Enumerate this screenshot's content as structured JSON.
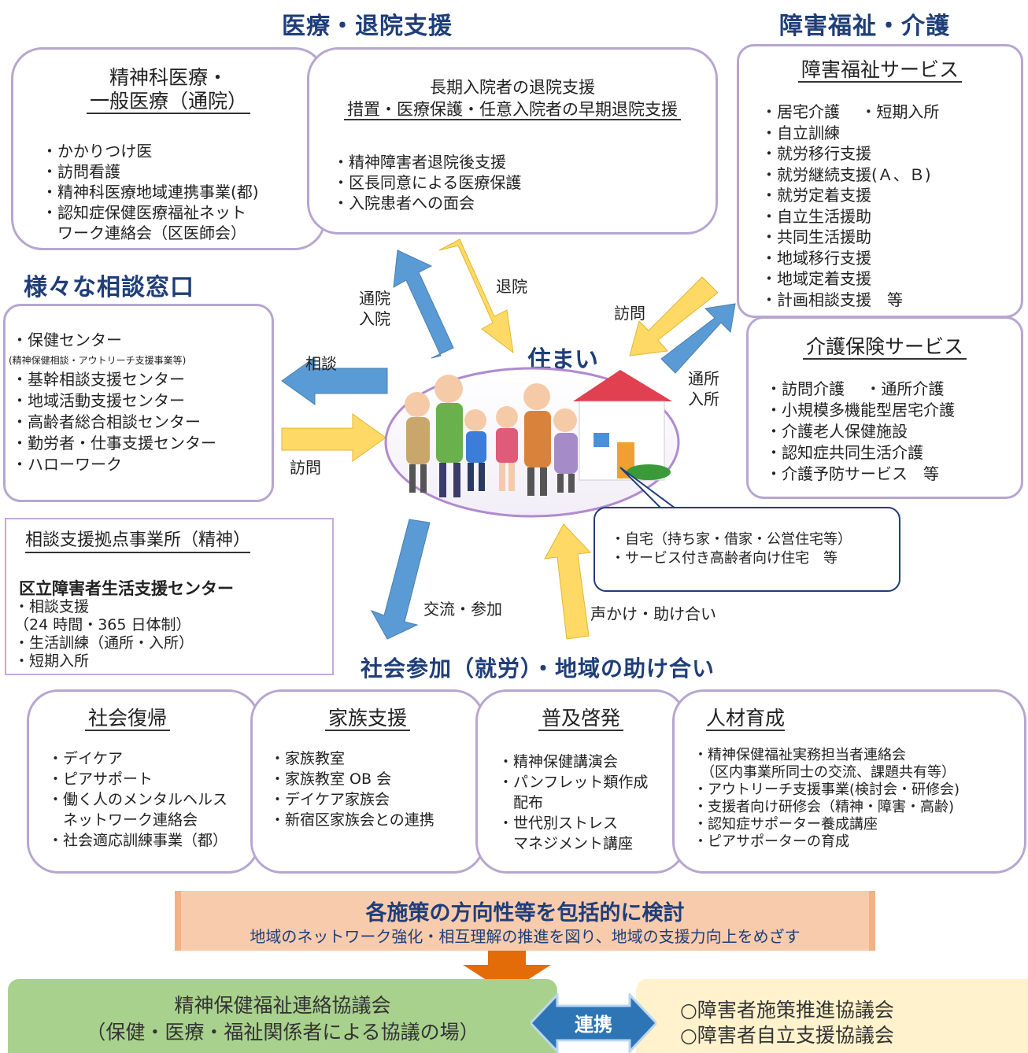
{
  "headings": {
    "medical": "医療・退院支援",
    "welfare": "障害福祉・介護",
    "consult": "様々な相談窓口",
    "social": "社会参加（就労）・地域の助け合い",
    "home": "住まい"
  },
  "psych_medical": {
    "title_line1": "精神科医療・",
    "title_line2": "一般医療（通院）",
    "items": [
      "・かかりつけ医",
      "・訪問看護",
      "・精神科医療地域連携事業(都)",
      "・認知症保健医療福祉ネット",
      "　ワーク連絡会（区医師会）"
    ]
  },
  "discharge": {
    "title_line1": "長期入院者の退院支援",
    "title_line2": "措置・医療保護・任意入院者の早期退院支援",
    "items": [
      "・精神障害者退院後支援",
      "・区長同意による医療保護",
      "・入院患者への面会"
    ]
  },
  "disability": {
    "title": "障害福祉サービス",
    "items": [
      "・居宅介護　 ・短期入所",
      "・自立訓練",
      "・就労移行支援",
      "・就労継続支援(Ａ、Ｂ)",
      "・就労定着支援",
      "・自立生活援助",
      "・共同生活援助",
      "・地域移行支援",
      "・地域定着支援",
      "・計画相談支援　等"
    ]
  },
  "care": {
    "title": "介護保険サービス",
    "items": [
      "・訪問介護　 ・通所介護",
      "・小規模多機能型居宅介護",
      "・介護老人保健施設",
      "・認知症共同生活介護",
      "・介護予防サービス　等"
    ]
  },
  "consult_box": {
    "items": [
      "・保健センター"
    ],
    "note": "(精神保健相談・アウトリーチ支援事業等)",
    "items2": [
      "・基幹相談支援センター",
      "・地域活動支援センター",
      "・高齢者総合相談センター",
      "・勤労者・仕事支援センター",
      "・ハローワーク"
    ]
  },
  "base": {
    "title": "相談支援拠点事業所（精神）",
    "subtitle": "区立障害者生活支援センター",
    "items": [
      "・相談支援",
      "（24 時間・365 日体制）",
      "・生活訓練（通所・入所）",
      "・短期入所"
    ]
  },
  "housing_callout": {
    "items": [
      "・自宅（持ち家・借家・公営住宅等）",
      "・サービス付き高齢者向け住宅　等"
    ]
  },
  "arrow_labels": {
    "outpatient": "通院\n入院",
    "discharge": "退院",
    "visit_top": "訪問",
    "daycare": "通所\n入所",
    "consult": "相談",
    "visit_left": "訪問",
    "exchange": "交流・参加",
    "support": "声かけ・助け合い"
  },
  "bottom_boxes": [
    {
      "title": "社会復帰",
      "items": [
        "・デイケア",
        "・ピアサポート",
        "・働く人のメンタルヘルス",
        "　ネットワーク連絡会",
        "・社会適応訓練事業（都）"
      ]
    },
    {
      "title": "家族支援",
      "items": [
        "・家族教室",
        "・家族教室 OB 会",
        "・デイケア家族会",
        "・新宿区家族会との連携"
      ]
    },
    {
      "title": "普及啓発",
      "items": [
        "・精神保健講演会",
        "・パンフレット類作成",
        "　配布",
        "・世代別ストレス",
        "　マネジメント講座"
      ]
    },
    {
      "title": "人材育成",
      "items": [
        "・精神保健福祉実務担当者連絡会",
        "　（区内事業所同士の交流、課題共有等）",
        "・アウトリーチ支援事業(検討会・研修会)",
        "・支援者向け研修会（精神・障害・高齢)",
        "・認知症サポーター養成講座",
        "・ピアサポーターの育成"
      ]
    }
  ],
  "banner": {
    "title": "各施策の方向性等を包括的に検討",
    "subtitle": "地域のネットワーク強化・相互理解の推進を図り、地域の支援力向上をめざす"
  },
  "council": {
    "line1": "精神保健福祉連絡協議会",
    "line2": "（保健・医療・福祉関係者による協議の場）"
  },
  "link_label": "連携",
  "other_councils": [
    "○障害者施策推進協議会",
    "○障害者自立支援協議会"
  ],
  "colors": {
    "heading": "#1f3e79",
    "box_border": "#b7a6d0",
    "arrow_blue": "#5b9bd5",
    "arrow_yellow": "#ffd966",
    "banner_orange": "#f8cbad",
    "council_green": "#a9d18e",
    "council_yellow": "#fff2cc"
  }
}
